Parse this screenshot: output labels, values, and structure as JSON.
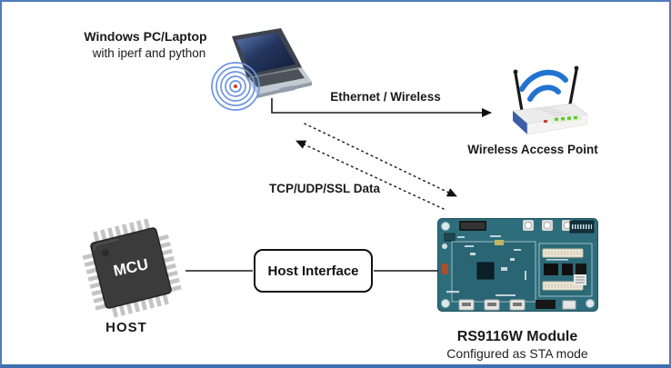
{
  "title": "RS9116W station mode test setup diagram",
  "canvas": {
    "border_color": "#4f7cba",
    "bottom_border_color": "#3f6fae",
    "background": "#ffffff"
  },
  "nodes": {
    "pc": {
      "title": "Windows PC/Laptop",
      "subtitle": "with iperf and python",
      "icon": "laptop-with-wifi-icon"
    },
    "access_point": {
      "label": "Wireless Access Point",
      "icon": "wireless-router-icon"
    },
    "mcu": {
      "chip_label": "MCU",
      "caption": "HOST",
      "icon": "mcu-chip-icon"
    },
    "host_interface": {
      "label": "Host Interface"
    },
    "module": {
      "title": "RS9116W Module",
      "subtitle": "Configured as STA mode",
      "icon": "rs9116w-board-icon"
    }
  },
  "connections": [
    {
      "id": "ethernet",
      "label": "Ethernet / Wireless",
      "from": "pc",
      "to": "access_point",
      "style": "solid-arrow-right"
    },
    {
      "id": "data",
      "label": "TCP/UDP/SSL Data",
      "from": "pc",
      "to": "module",
      "style": "dotted-double-arrow"
    },
    {
      "id": "mcu-hostif",
      "label": "",
      "from": "mcu",
      "to": "host_interface",
      "style": "plain-line"
    },
    {
      "id": "hostif-module",
      "label": "",
      "from": "host_interface",
      "to": "module",
      "style": "plain-line"
    }
  ],
  "colors": {
    "wifi_arc_blue": "#6d94e2",
    "router_wifi_blue": "#2273d0",
    "router_side_blue": "#3b5ea6",
    "board_teal": "#2e6d7c",
    "line_black": "#1a1a1a",
    "wifi_center_red": "#d03a2b"
  }
}
